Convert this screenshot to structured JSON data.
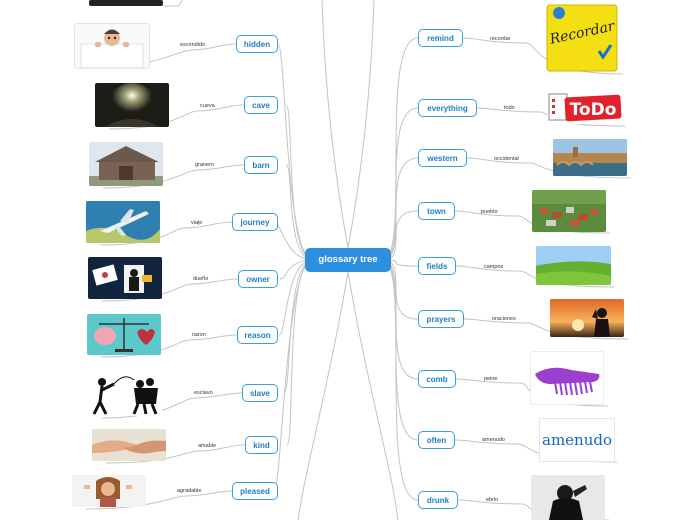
{
  "root": {
    "label": "glossary tree"
  },
  "left_branches": [
    {
      "word": "hidden",
      "translation": "escondido",
      "image": "person-peeking-over-sign-photo"
    },
    {
      "word": "cave",
      "translation": "cueva",
      "image": "cave-light-photo"
    },
    {
      "word": "barn",
      "translation": "granero",
      "image": "wooden-barn-photo"
    },
    {
      "word": "journey",
      "translation": "viaje",
      "image": "airplane-travel-photo"
    },
    {
      "word": "owner",
      "translation": "dueño",
      "image": "owner-illustration"
    },
    {
      "word": "reason",
      "translation": "razon",
      "image": "brain-heart-scale-illustration"
    },
    {
      "word": "slave",
      "translation": "esclavo",
      "image": "slave-silhouette-illustration"
    },
    {
      "word": "kind",
      "translation": "amable",
      "image": "holding-hands-photo"
    },
    {
      "word": "pleased",
      "translation": "agradable",
      "image": "smiling-woman-photo"
    }
  ],
  "right_branches": [
    {
      "word": "remind",
      "translation": "recordar",
      "image": "sticky-note-image",
      "image_text": "Recordar"
    },
    {
      "word": "everything",
      "translation": "todo",
      "image": "todo-list-image",
      "image_text": "ToDo"
    },
    {
      "word": "western",
      "translation": "occidental",
      "image": "western-town-photo"
    },
    {
      "word": "town",
      "translation": "pueblo",
      "image": "village-photo"
    },
    {
      "word": "fields",
      "translation": "campos",
      "image": "green-field-photo"
    },
    {
      "word": "prayers",
      "translation": "oraciones",
      "image": "praying-sunset-photo"
    },
    {
      "word": "comb",
      "translation": "peine",
      "image": "purple-comb-image"
    },
    {
      "word": "often",
      "translation": "amenudo",
      "image": "word-image",
      "image_text": "amenudo"
    },
    {
      "word": "drunk",
      "translation": "ebrio",
      "image": "drunk-man-photo"
    }
  ],
  "colors": {
    "accent": "#2e8fde",
    "node_border": "#3aa0dc",
    "node_text": "#1d7fc4",
    "link": "#c4c4c4"
  }
}
